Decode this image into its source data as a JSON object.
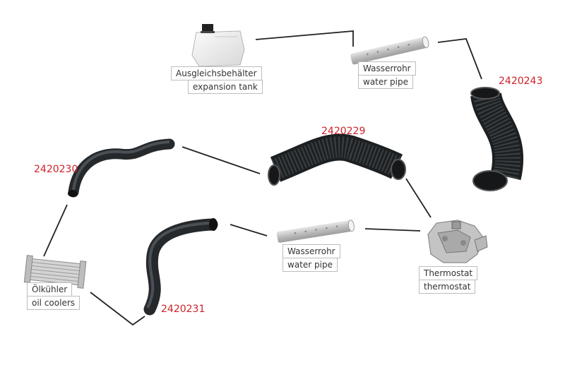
{
  "colors": {
    "part_number": "#d0202a",
    "hose": "#2f3336",
    "hose_highlight": "#5a6166",
    "connector_line": "#222222",
    "pipe_grey": "#c8c8c8",
    "label_border": "#bdbdbd"
  },
  "labels": {
    "expansion_tank": {
      "de": "Ausgleichsbehälter",
      "en": "expansion tank"
    },
    "water_pipe_top": {
      "de": "Wasserrohr",
      "en": "water pipe"
    },
    "water_pipe_mid": {
      "de": "Wasserrohr",
      "en": "water pipe"
    },
    "thermostat": {
      "de": "Thermostat",
      "en": "thermostat"
    },
    "oil_coolers": {
      "de": "Ölkühler",
      "en": "oil coolers"
    }
  },
  "part_numbers": {
    "p2420243": "2420243",
    "p2420229": "2420229",
    "p2420230": "2420230",
    "p2420231": "2420231"
  },
  "icons": {
    "expansion_tank": "expansion-tank-icon",
    "water_pipe": "water-pipe-icon",
    "thermostat": "thermostat-housing-icon",
    "oil_cooler": "oil-cooler-icon",
    "hose": "coolant-hose-icon"
  }
}
